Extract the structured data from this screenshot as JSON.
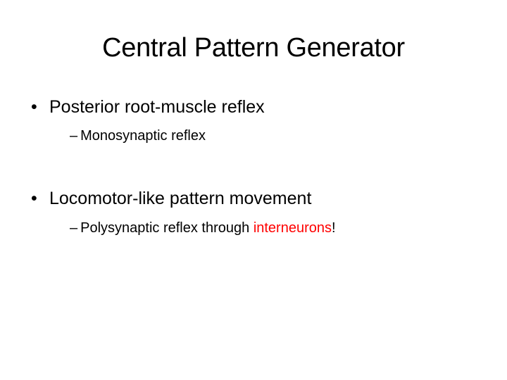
{
  "slide": {
    "title": "Central Pattern Generator",
    "bullets": [
      {
        "marker": "•",
        "text": "Posterior root-muscle reflex",
        "sub": [
          {
            "marker": "–",
            "text": "Monosynaptic reflex"
          }
        ]
      },
      {
        "marker": "•",
        "text": "Locomotor-like pattern movement",
        "sub": [
          {
            "marker": "–",
            "text_before": "Polysynaptic reflex through ",
            "highlight": "interneurons",
            "text_after": "!"
          }
        ]
      }
    ],
    "colors": {
      "text": "#000000",
      "highlight": "#ff0000",
      "background": "#ffffff"
    }
  }
}
